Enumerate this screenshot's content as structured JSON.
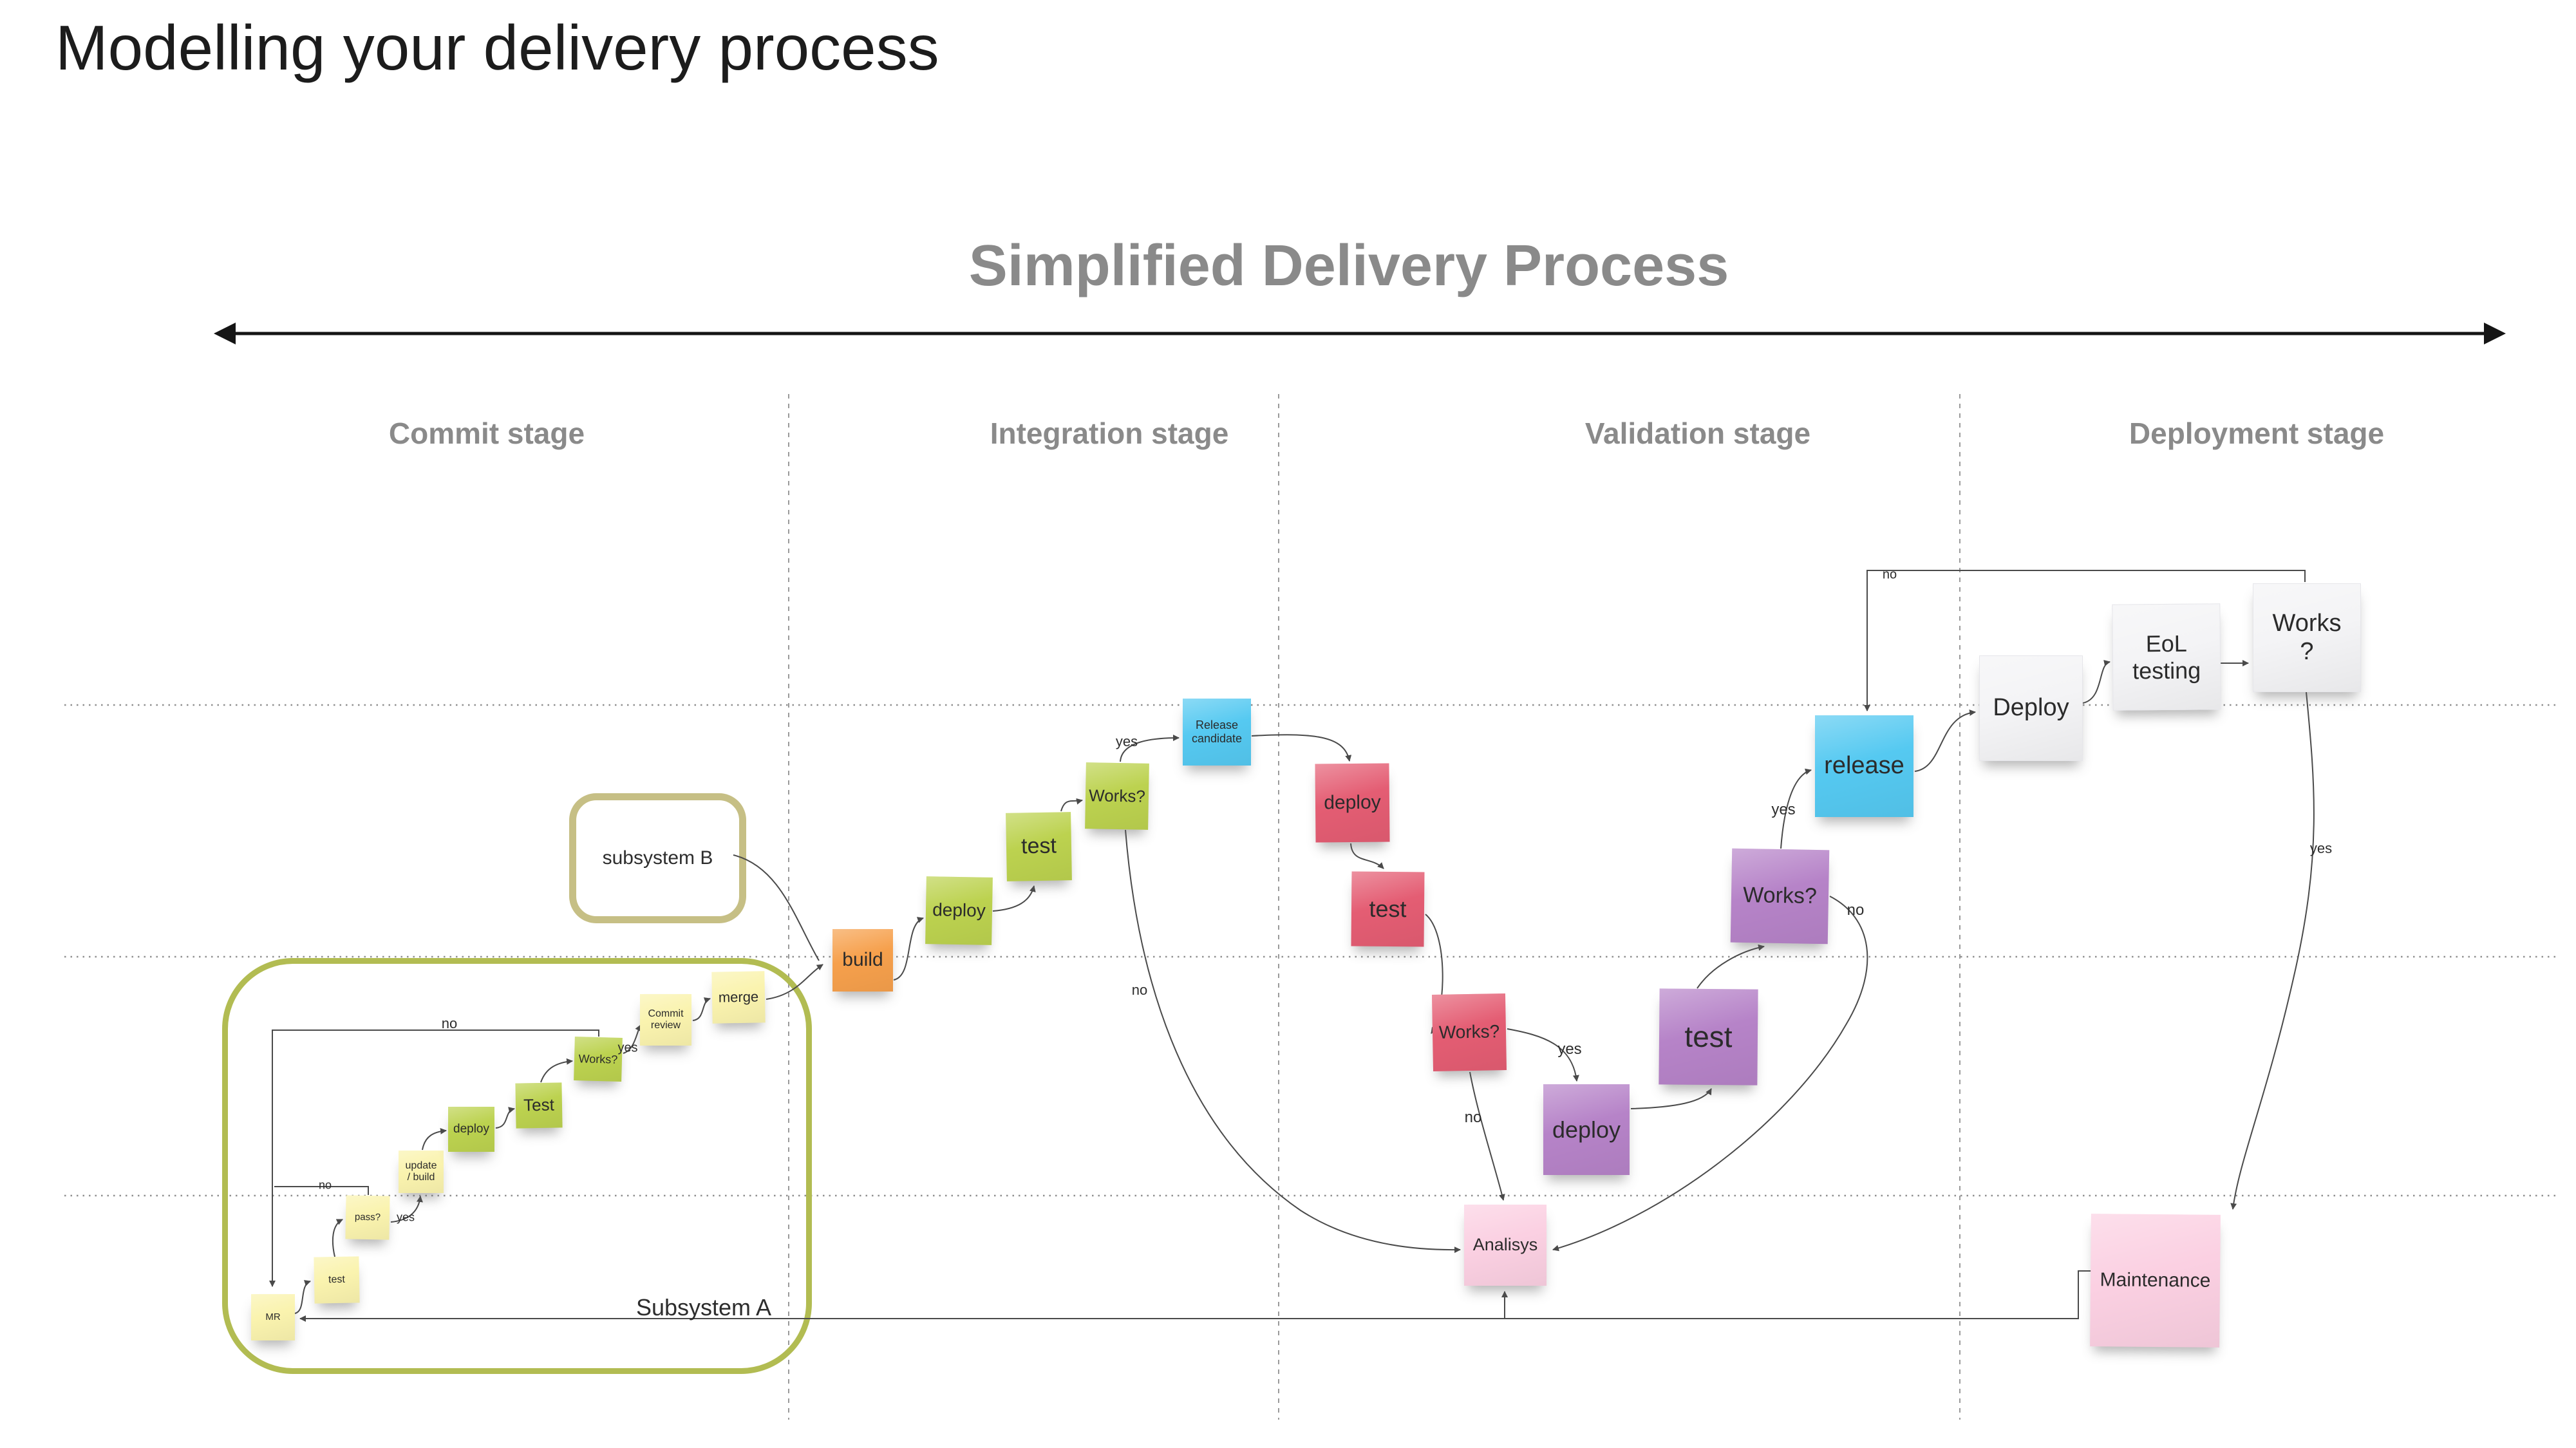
{
  "page_title": "Modelling your delivery process",
  "banner": {
    "title": "Simplified Delivery Process"
  },
  "stages": [
    {
      "label": "Commit stage"
    },
    {
      "label": "Integration stage"
    },
    {
      "label": "Validation stage"
    },
    {
      "label": "Deployment stage"
    }
  ],
  "groups": {
    "subsystem_a": {
      "label": "Subsystem A"
    },
    "subsystem_b": {
      "label": "subsystem B"
    }
  },
  "notes": {
    "mr": {
      "label": "MR",
      "color": "#faf3ae"
    },
    "test_small": {
      "label": "test",
      "color": "#faf3ae"
    },
    "pass": {
      "label": "pass?",
      "color": "#faf3ae"
    },
    "update_build": {
      "label": "update\n/ build",
      "color": "#faf3ae"
    },
    "deploy_commit": {
      "label": "deploy",
      "color": "#bcd24f"
    },
    "test_commit": {
      "label": "Test",
      "color": "#bcd24f"
    },
    "works_commit": {
      "label": "Works?",
      "color": "#bcd24f"
    },
    "commit_review": {
      "label": "Commit\nreview",
      "color": "#faf3ae"
    },
    "merge": {
      "label": "merge",
      "color": "#faf3ae"
    },
    "build": {
      "label": "build",
      "color": "#f6a04c"
    },
    "deploy_integration": {
      "label": "deploy",
      "color": "#bcd24f"
    },
    "test_integration": {
      "label": "test",
      "color": "#bcd24f"
    },
    "works_integration": {
      "label": "Works?",
      "color": "#bcd24f"
    },
    "release_candidate": {
      "label": "Release\ncandidate",
      "color": "#55c9f1"
    },
    "deploy_validation": {
      "label": "deploy",
      "color": "#e45d73"
    },
    "test_validation": {
      "label": "test",
      "color": "#e45d73"
    },
    "works_validation": {
      "label": "Works?",
      "color": "#e45d73"
    },
    "deploy_acceptance": {
      "label": "deploy",
      "color": "#b683c8"
    },
    "test_acceptance": {
      "label": "test",
      "color": "#b683c8"
    },
    "works_acceptance": {
      "label": "Works?",
      "color": "#b683c8"
    },
    "analisys": {
      "label": "Analisys",
      "color": "#fbd0e2"
    },
    "release": {
      "label": "release",
      "color": "#55c9f1"
    },
    "deploy_production": {
      "label": "Deploy",
      "color": "#f4f4f6"
    },
    "eol_testing": {
      "label": "EoL\ntesting",
      "color": "#f4f4f6"
    },
    "works_production": {
      "label": "Works\n?",
      "color": "#f4f4f6"
    },
    "maintenance": {
      "label": "Maintenance",
      "color": "#fbd0e2"
    }
  },
  "edge_labels": {
    "no_works_commit": "no",
    "yes_works_commit": "yes",
    "no_pass": "no",
    "yes_pass": "yes",
    "yes_works_integration": "yes",
    "no_works_integration": "no",
    "yes_works_validation": "yes",
    "no_works_validation": "no",
    "yes_works_acceptance": "yes",
    "no_works_acceptance": "no",
    "no_works_production": "no",
    "yes_works_production": "yes"
  },
  "palette": {
    "sticky_yellow": "#faf3ae",
    "sticky_green": "#bcd24f",
    "sticky_orange": "#f6a04c",
    "sticky_cyan": "#55c9f1",
    "sticky_red": "#e45d73",
    "sticky_purple": "#b683c8",
    "sticky_pink": "#fbd0e2",
    "sticky_white": "#f4f4f6",
    "subsystem_a_border": "#b2bc52",
    "subsystem_b_border": "#c6bf85",
    "heading_gray": "#8a8a8a",
    "connector_gray": "#4a4a4a"
  }
}
